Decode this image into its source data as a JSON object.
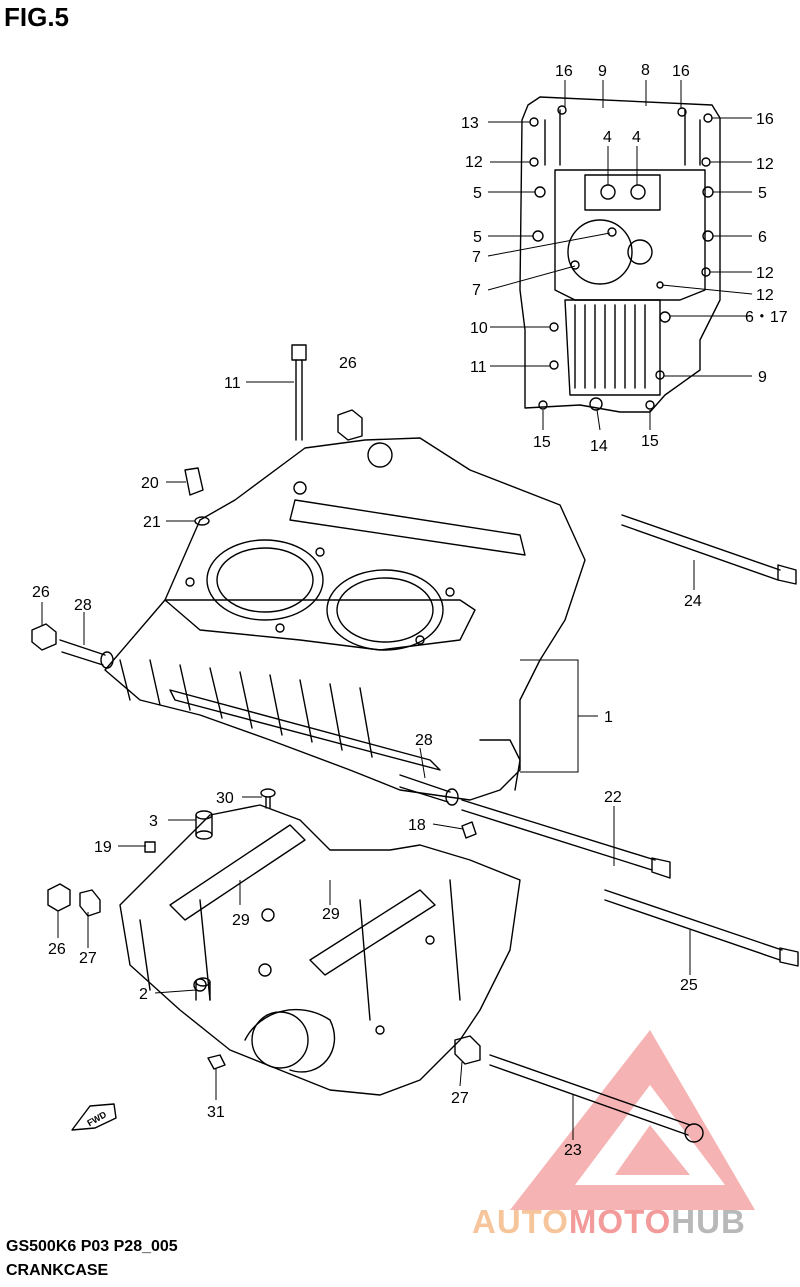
{
  "figure": {
    "title": "FIG.5"
  },
  "footer": {
    "code": "GS500K6 P03 P28_005",
    "name": "CRANKCASE"
  },
  "watermark": {
    "part1": "AUTO",
    "part2": "MOTO",
    "part3": "HUB",
    "colors": [
      "#f7c59b",
      "#f39a9a",
      "#b8b8b8"
    ]
  },
  "fwd_label": "FWD",
  "callouts": {
    "oil_pan": [
      "16",
      "9",
      "8",
      "16",
      "13",
      "16",
      "12",
      "12",
      "4",
      "4",
      "5",
      "5",
      "5",
      "6",
      "7",
      "12",
      "7",
      "12",
      "10",
      "6・17",
      "11",
      "9",
      "15",
      "14",
      "15"
    ],
    "upper_case": [
      "11",
      "26",
      "20",
      "21",
      "24",
      "26",
      "28",
      "1",
      "28",
      "22",
      "30",
      "3",
      "18",
      "19"
    ],
    "lower_case": [
      "29",
      "29",
      "26",
      "27",
      "25",
      "2",
      "27",
      "31",
      "23"
    ]
  },
  "colors": {
    "line": "#000000",
    "background": "#ffffff"
  }
}
